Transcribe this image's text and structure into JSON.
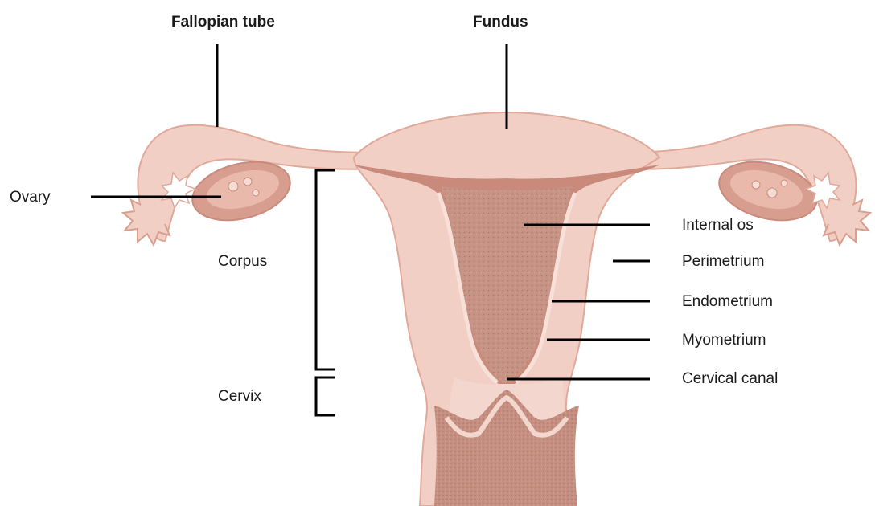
{
  "labels": {
    "fallopian_tube": "Fallopian tube",
    "fundus": "Fundus",
    "ovary": "Ovary",
    "corpus": "Corpus",
    "cervix": "Cervix",
    "internal_os": "Internal os",
    "perimetrium": "Perimetrium",
    "endometrium": "Endometrium",
    "myometrium": "Myometrium",
    "cervical_canal": "Cervical canal"
  },
  "colors": {
    "outer_tissue": "#f2cfc4",
    "outer_edge": "#e0a99a",
    "endometrium": "#c98a7c",
    "cavity": "#c69384",
    "stroke": "#000000"
  }
}
